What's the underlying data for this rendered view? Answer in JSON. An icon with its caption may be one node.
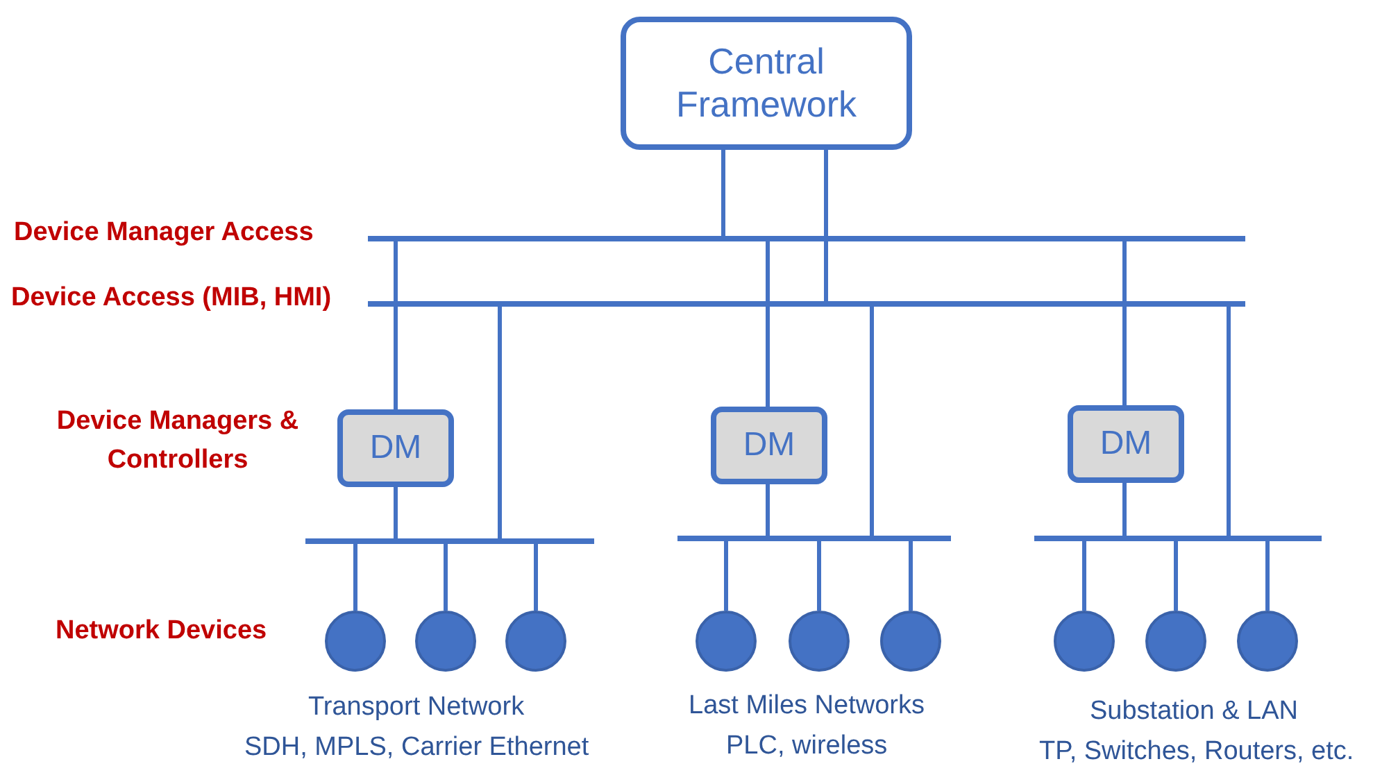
{
  "diagram": {
    "nodes": [
      {
        "text": [
          "Central Framework"
        ]
      },
      {
        "text": [],
        "shape": "bar"
      },
      {
        "text": [],
        "shape": "bar"
      },
      {
        "text": [
          "DM"
        ]
      },
      {
        "text": [
          "DM"
        ]
      },
      {
        "text": [
          "DM"
        ]
      },
      {
        "text": [],
        "shape": "bar"
      },
      {
        "text": [],
        "shape": "bar"
      },
      {
        "text": [],
        "shape": "bar"
      },
      {
        "text": [],
        "shape": "circle"
      },
      {
        "text": [],
        "shape": "circle"
      },
      {
        "text": [],
        "shape": "circle"
      },
      {
        "text": [],
        "shape": "circle"
      },
      {
        "text": [],
        "shape": "circle"
      },
      {
        "text": [],
        "shape": "circle"
      },
      {
        "text": [],
        "shape": "circle"
      },
      {
        "text": [],
        "shape": "circle"
      },
      {
        "text": [],
        "shape": "circle"
      }
    ],
    "edges": [
      {
        "from": 0,
        "to": 1,
        "arrow": "none"
      },
      {
        "from": 0,
        "to": 2,
        "arrow": "none"
      },
      {
        "from": 1,
        "to": 3,
        "arrow": "none"
      },
      {
        "from": 1,
        "to": 4,
        "arrow": "none"
      },
      {
        "from": 1,
        "to": 5,
        "arrow": "none"
      },
      {
        "from": 3,
        "to": 6,
        "arrow": "none"
      },
      {
        "from": 2,
        "to": 6,
        "arrow": "none"
      },
      {
        "from": 4,
        "to": 7,
        "arrow": "none"
      },
      {
        "from": 2,
        "to": 7,
        "arrow": "none"
      },
      {
        "from": 5,
        "to": 8,
        "arrow": "none"
      },
      {
        "from": 2,
        "to": 8,
        "arrow": "none"
      },
      {
        "from": 6,
        "to": 9,
        "arrow": "none"
      },
      {
        "from": 6,
        "to": 10,
        "arrow": "none"
      },
      {
        "from": 6,
        "to": 11,
        "arrow": "none"
      },
      {
        "from": 7,
        "to": 12,
        "arrow": "none"
      },
      {
        "from": 7,
        "to": 13,
        "arrow": "none"
      },
      {
        "from": 7,
        "to": 14,
        "arrow": "none"
      },
      {
        "from": 8,
        "to": 15,
        "arrow": "none"
      },
      {
        "from": 8,
        "to": 16,
        "arrow": "none"
      },
      {
        "from": 8,
        "to": 17,
        "arrow": "none"
      }
    ],
    "labels": [
      "Device Manager Access",
      "Device Access (MIB, HMI)",
      "Device Managers & Controllers",
      "Network Devices",
      "Transport Network",
      "SDH, MPLS, Carrier Ethernet",
      "Last Miles Networks",
      "PLC, wireless",
      "Substation & LAN",
      "TP, Switches, Routers, etc."
    ]
  }
}
